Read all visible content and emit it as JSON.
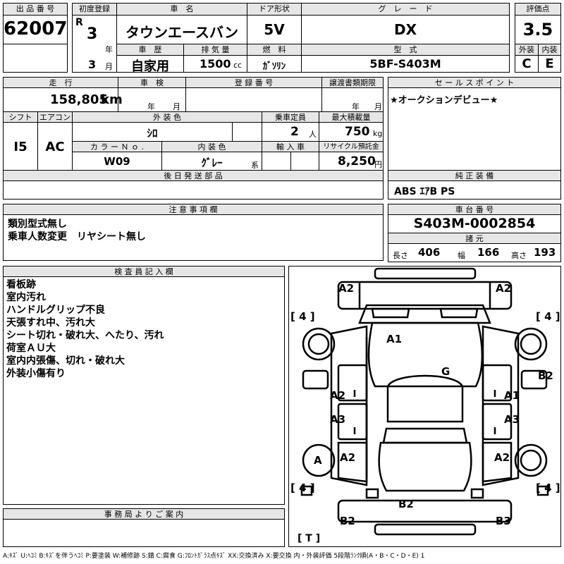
{
  "labels": {
    "lot_no": "出 品 番 号",
    "first_reg": "初度登録",
    "car_name": "車　名",
    "door": "ドア形状",
    "grade": "グ　レ　ー　ド",
    "score": "評価点",
    "history": "車　歴",
    "displacement": "排 気 量",
    "fuel": "燃　料",
    "model_code": "型　式",
    "exterior": "外装",
    "interior": "内装",
    "mileage": "走　行",
    "inspection": "車　検",
    "reg_no": "登 録 番 号",
    "transfer": "譲渡書類期限",
    "sales_point": "セ ー ル ス ポ イ ン ト",
    "shift": "シフト",
    "aircon": "エアコン",
    "ext_color": "外 装 色",
    "capacity": "乗車定員",
    "max_load": "最大積載量",
    "color_no": "カ ラ ー Ｎ ｏ .",
    "int_color": "内 装 色",
    "import": "輸 入 車",
    "recycle": "リサイクル預託金",
    "later_parts": "後 日 発 送 部 品",
    "genuine_equip": "純 正 装 備",
    "caution": "注 意 事 項 欄",
    "chassis_no": "車 台 番 号",
    "specs": "諸 元",
    "inspector": "検 査 員 記 入 欄",
    "office": "事 務 局 よ り ご 案 内"
  },
  "units": {
    "year": "年",
    "month": "月",
    "cc": "cc",
    "km": "km",
    "people": "人",
    "kg": "kg",
    "series": "系",
    "yen": "円",
    "length": "長さ",
    "width": "幅",
    "height": "高さ"
  },
  "vehicle": {
    "lot_no": "62007",
    "era": "R",
    "reg_year": "3",
    "reg_month": "3",
    "car_name": "タウンエースバン",
    "door": "5V",
    "grade": "DX",
    "score": "3.5",
    "history": "自家用",
    "displacement": "1500",
    "fuel": "ｶﾞｿﾘﾝ",
    "model_code": "5BF-S403M",
    "exterior_grade": "C",
    "interior_grade": "E",
    "mileage": "158,805",
    "insp_year": "",
    "insp_month": "",
    "transfer_year": "",
    "transfer_month": "",
    "sales_point": "★オークションデビュー★",
    "shift": "I5",
    "aircon": "AC",
    "ext_color": "ｼﾛ",
    "capacity": "2",
    "max_load": "750",
    "color_no": "W09",
    "int_color": "ｸﾞﾚｰ",
    "recycle": "8,250",
    "genuine_equip": "ABS ｴｱB PS",
    "caution_lines": [
      "類別型式無し",
      "乗車人数変更　リヤシート無し"
    ],
    "chassis_no": "S403M-0002854",
    "length": "406",
    "width": "166",
    "height": "193"
  },
  "inspector_notes": [
    "看板跡",
    "室内汚れ",
    "ハンドルグリップ不良",
    "天張すれ中、汚れ大",
    "シート切れ・破れ大、へたり、汚れ",
    "荷室ＡＵ大",
    "室内内張傷、切れ・破れ大",
    "外装小傷有り"
  ],
  "diagram_marks": [
    {
      "id": "front-left-corner",
      "text": "A2"
    },
    {
      "id": "front-right-corner",
      "text": "A2"
    },
    {
      "id": "hood",
      "text": "A1"
    },
    {
      "id": "roof",
      "text": "G"
    },
    {
      "id": "right-edge",
      "text": "B2"
    },
    {
      "id": "left-front-door",
      "text": "A2"
    },
    {
      "id": "right-front-door",
      "text": "A1"
    },
    {
      "id": "left-rear-door",
      "text": "A3"
    },
    {
      "id": "right-rear-door",
      "text": "A3"
    },
    {
      "id": "left-rear-wheel",
      "text": "A"
    },
    {
      "id": "left-rear-quarter",
      "text": "A2"
    },
    {
      "id": "right-rear-quarter",
      "text": "A2"
    },
    {
      "id": "rear-bumper",
      "text": "B2"
    },
    {
      "id": "rear-left-corner",
      "text": "B2"
    },
    {
      "id": "rear-right-corner",
      "text": "B3"
    }
  ],
  "tire_marks": [
    "[ 4 ]",
    "[ 4 ]",
    "[ 4 ]",
    "[ 4 ]"
  ],
  "spare_mark": "[ T ]",
  "legend": "A:ｷｽﾞ U:ﾍｺﾐ B:ｷｽﾞを伴うﾍｺﾐ P:要塗装 W:補修跡 S:錆 C:腐食 G:ﾌﾛﾝﾄｶﾞﾗｽ点ｷｽﾞ XX:交換済み X:要交換 内・外装評価 5段階ﾗﾝｸ順(A・B・C・D・E) 1"
}
